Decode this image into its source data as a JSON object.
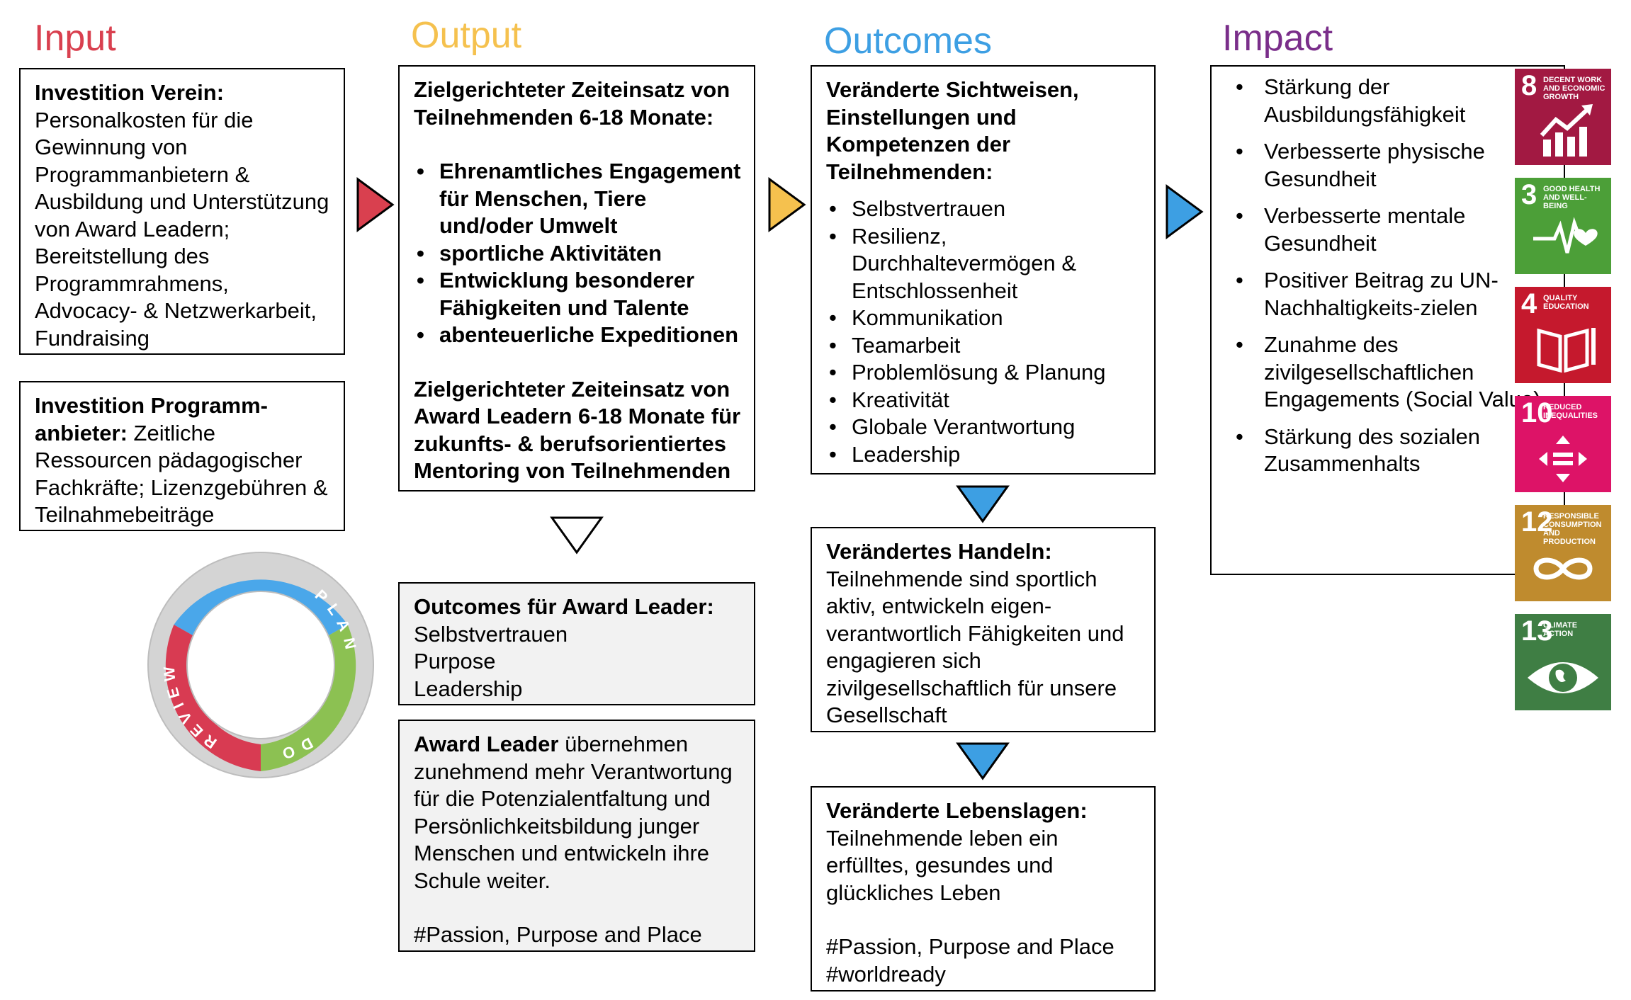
{
  "headings": {
    "input": "Input",
    "output": "Output",
    "outcomes": "Outcomes",
    "impact": "Impact"
  },
  "colors": {
    "input": "#d9404f",
    "output": "#f5c14e",
    "outcomes": "#3d9fe3",
    "impact": "#7a2e8a",
    "plan": "#4aa7ea",
    "do": "#8cc152",
    "review": "#d83b52"
  },
  "input": {
    "box1": {
      "title": "Investition Verein:",
      "text": "Personalkosten für die Gewinnung von Programmanbietern & Ausbildung und Unterstützung von Award Leadern; Bereitstellung des Programmrahmens, Advocacy- & Netzwerkarbeit, Fundraising"
    },
    "box2": {
      "title": "Investition Programm-anbieter:",
      "text": " Zeitliche Ressourcen pädagogischer Fachkräfte; Lizenzgebühren & Teilnahmebeiträge"
    }
  },
  "cycle": {
    "plan": "PLAN",
    "do": "DO",
    "review": "REVIEW"
  },
  "output": {
    "main": {
      "title": "Zielgerichteter Zeiteinsatz von Teilnehmenden 6-18 Monate:",
      "items": [
        "Ehrenamtliches Engagement für Menschen, Tiere und/oder Umwelt",
        "sportliche Aktivitäten",
        "Entwicklung besonderer Fähigkeiten und Talente",
        "abenteuerliche Expeditionen"
      ],
      "title2": "Zielgerichteter Zeiteinsatz von Award Leadern 6-18 Monate für zukunfts- & berufsorientiertes Mentoring von Teilnehmenden"
    },
    "leader_outcomes": {
      "title": "Outcomes für Award Leader:",
      "lines": [
        "Selbstvertrauen",
        "Purpose",
        "Leadership"
      ]
    },
    "leader_action": {
      "lead": "Award Leader",
      "text": " übernehmen zunehmend mehr Verantwortung für die Potenzialentfaltung und Persönlichkeitsbildung junger Menschen und entwickeln ihre Schule weiter.",
      "tag": "#Passion, Purpose and Place"
    }
  },
  "outcomes": {
    "views": {
      "title": "Veränderte Sichtweisen, Einstellungen und Kompetenzen der Teilnehmenden:",
      "items": [
        "Selbstvertrauen",
        "Resilienz, Durchhaltevermögen & Entschlossenheit",
        "Kommunikation",
        "Teamarbeit",
        "Problemlösung & Planung",
        "Kreativität",
        "Globale Verantwortung",
        "Leadership"
      ]
    },
    "action": {
      "title": "Verändertes Handeln:",
      "text": "Teilnehmende sind sportlich aktiv, entwickeln eigen-verantwortlich Fähigkeiten und engagieren sich zivilgesellschaftlich für unsere Gesellschaft"
    },
    "life": {
      "title": "Veränderte Lebenslagen:",
      "text": "Teilnehmende leben ein erfülltes, gesundes und glückliches Leben",
      "tag1": "#Passion, Purpose and Place",
      "tag2": "#worldready"
    }
  },
  "impact": {
    "items": [
      "Stärkung der Ausbildungsfähigkeit",
      "Verbesserte physische Gesundheit",
      "Verbesserte mentale Gesundheit",
      "Positiver Beitrag zu UN-Nachhaltigkeits-zielen",
      "Zunahme des zivilgesellschaftlichen Engagements (Social Value)",
      "Stärkung des sozialen Zusammenhalts"
    ]
  },
  "sdgs": [
    {
      "num": "8",
      "label": "Decent work and economic growth",
      "color": "#a21942",
      "icon": "growth-chart-icon"
    },
    {
      "num": "3",
      "label": "Good health and well-being",
      "color": "#4c9f38",
      "icon": "heartbeat-icon"
    },
    {
      "num": "4",
      "label": "Quality education",
      "color": "#c5192d",
      "icon": "book-icon"
    },
    {
      "num": "10",
      "label": "Reduced inequalities",
      "color": "#dd1367",
      "icon": "equality-arrows-icon"
    },
    {
      "num": "12",
      "label": "Responsible consumption and production",
      "color": "#bf8b2e",
      "icon": "infinity-icon"
    },
    {
      "num": "13",
      "label": "Climate action",
      "color": "#3f7e44",
      "icon": "earth-eye-icon"
    }
  ]
}
